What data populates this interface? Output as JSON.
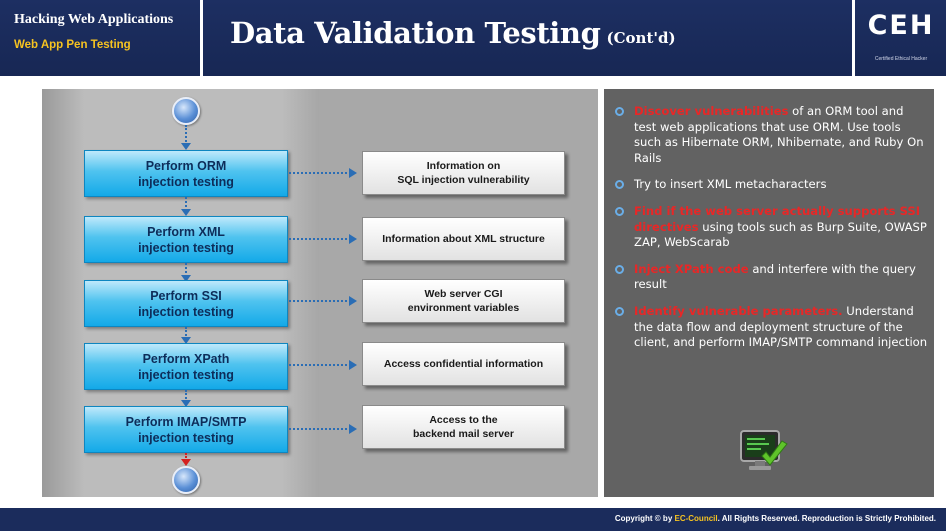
{
  "header": {
    "course": "Hacking Web Applications",
    "module": "Web App Pen Testing",
    "title": "Data Validation Testing",
    "title_suffix": "(Cont'd)",
    "logo": {
      "letters": "CEH",
      "tagline": "Certified Ethical Hacker"
    }
  },
  "flow": {
    "steps": [
      {
        "label": "Perform ORM\ninjection testing",
        "info": "Information on\nSQL injection vulnerability"
      },
      {
        "label": "Perform XML\ninjection testing",
        "info": "Information about XML structure"
      },
      {
        "label": "Perform SSI\ninjection testing",
        "info": "Web server CGI\nenvironment variables"
      },
      {
        "label": "Perform XPath\ninjection testing",
        "info": "Access confidential information"
      },
      {
        "label": "Perform IMAP/SMTP\ninjection testing",
        "info": "Access to the\nbackend mail server"
      }
    ]
  },
  "bullets": [
    {
      "highlight": "Discover vulnerabilities",
      "text": " of an ORM tool and test web applications that use ORM. Use tools such as Hibernate ORM, Nhibernate, and Ruby On Rails"
    },
    {
      "highlight": "",
      "text": "Try to insert XML metacharacters"
    },
    {
      "highlight": "Find if the web server actually supports SSI directives",
      "text": " using tools such as Burp Suite, OWASP ZAP, WebScarab"
    },
    {
      "highlight": "Inject XPath code",
      "text": " and interfere with the query result"
    },
    {
      "highlight": "Identify vulnerable parameters.",
      "text": " Understand the data flow and deployment structure of the client, and perform IMAP/SMTP command injection"
    }
  ],
  "footer": {
    "prefix": "Copyright © by ",
    "brand": "EC-Council",
    "suffix": ". All Rights Reserved. Reproduction is Strictly Prohibited."
  },
  "colors": {
    "header_bg": "#1d2f62",
    "module_text": "#f6c321",
    "step_fill": "#13a9e8",
    "highlight_text": "#e82727",
    "right_panel_bg": "#626262"
  },
  "icons": {
    "flow_start": "start-node-icon",
    "flow_end": "end-node-icon",
    "bullet": "ring-bullet-icon",
    "illustration": "monitor-check-icon"
  }
}
